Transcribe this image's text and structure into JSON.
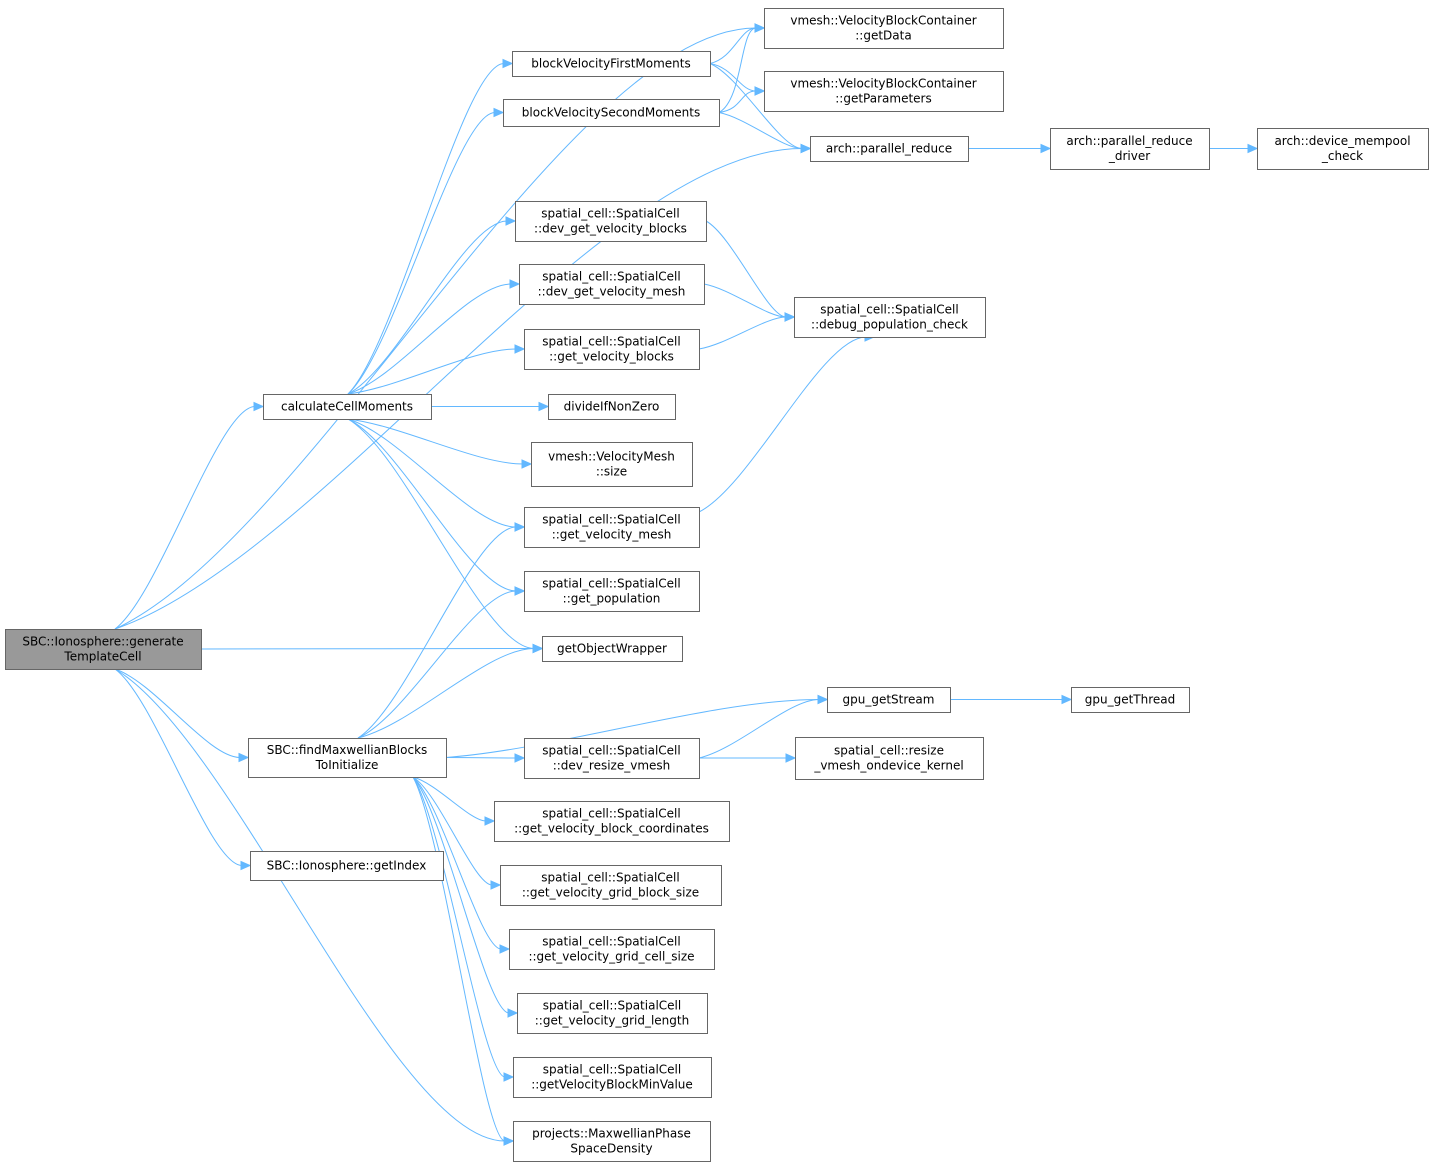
{
  "graph": {
    "nodes": [
      {
        "id": "root",
        "lines": [
          "SBC::Ionosphere::generate",
          "TemplateCell"
        ],
        "kind": "root"
      },
      {
        "id": "calc",
        "lines": [
          "calculateCellMoments"
        ]
      },
      {
        "id": "find",
        "lines": [
          "SBC::findMaxwellianBlocks",
          "ToInitialize"
        ]
      },
      {
        "id": "getIndex",
        "lines": [
          "SBC::Ionosphere::getIndex"
        ]
      },
      {
        "id": "bvfm",
        "lines": [
          "blockVelocityFirstMoments"
        ]
      },
      {
        "id": "bvsm",
        "lines": [
          "blockVelocitySecondMoments"
        ]
      },
      {
        "id": "devGetBlocks",
        "lines": [
          "spatial_cell::SpatialCell",
          "::dev_get_velocity_blocks"
        ]
      },
      {
        "id": "devGetMesh",
        "lines": [
          "spatial_cell::SpatialCell",
          "::dev_get_velocity_mesh"
        ]
      },
      {
        "id": "getBlocks",
        "lines": [
          "spatial_cell::SpatialCell",
          "::get_velocity_blocks"
        ]
      },
      {
        "id": "divide",
        "lines": [
          "divideIfNonZero"
        ]
      },
      {
        "id": "vmSize",
        "lines": [
          "vmesh::VelocityMesh",
          "::size"
        ]
      },
      {
        "id": "getMesh",
        "lines": [
          "spatial_cell::SpatialCell",
          "::get_velocity_mesh"
        ]
      },
      {
        "id": "getPop",
        "lines": [
          "spatial_cell::SpatialCell",
          "::get_population"
        ]
      },
      {
        "id": "gow",
        "lines": [
          "getObjectWrapper"
        ]
      },
      {
        "id": "devResize",
        "lines": [
          "spatial_cell::SpatialCell",
          "::dev_resize_vmesh"
        ]
      },
      {
        "id": "blockCoords",
        "lines": [
          "spatial_cell::SpatialCell",
          "::get_velocity_block_coordinates"
        ]
      },
      {
        "id": "gridBlockSize",
        "lines": [
          "spatial_cell::SpatialCell",
          "::get_velocity_grid_block_size"
        ]
      },
      {
        "id": "gridCellSize",
        "lines": [
          "spatial_cell::SpatialCell",
          "::get_velocity_grid_cell_size"
        ]
      },
      {
        "id": "gridLength",
        "lines": [
          "spatial_cell::SpatialCell",
          "::get_velocity_grid_length"
        ]
      },
      {
        "id": "minValue",
        "lines": [
          "spatial_cell::SpatialCell",
          "::getVelocityBlockMinValue"
        ]
      },
      {
        "id": "maxwell",
        "lines": [
          "projects::MaxwellianPhase",
          "SpaceDensity"
        ]
      },
      {
        "id": "getData",
        "lines": [
          "vmesh::VelocityBlockContainer",
          "::getData"
        ]
      },
      {
        "id": "getParams",
        "lines": [
          "vmesh::VelocityBlockContainer",
          "::getParameters"
        ]
      },
      {
        "id": "parRed",
        "lines": [
          "arch::parallel_reduce"
        ]
      },
      {
        "id": "debugPop",
        "lines": [
          "spatial_cell::SpatialCell",
          "::debug_population_check"
        ]
      },
      {
        "id": "gpuStream",
        "lines": [
          "gpu_getStream"
        ]
      },
      {
        "id": "resizeKernel",
        "lines": [
          "spatial_cell::resize",
          "_vmesh_ondevice_kernel"
        ]
      },
      {
        "id": "parRedDriver",
        "lines": [
          "arch::parallel_reduce",
          "_driver"
        ]
      },
      {
        "id": "mempool",
        "lines": [
          "arch::device_mempool",
          "_check"
        ]
      },
      {
        "id": "gpuThread",
        "lines": [
          "gpu_getThread"
        ]
      }
    ],
    "edges": [
      [
        "root",
        "getData"
      ],
      [
        "root",
        "parRed"
      ],
      [
        "root",
        "calc"
      ],
      [
        "root",
        "gow"
      ],
      [
        "root",
        "find"
      ],
      [
        "root",
        "getIndex"
      ],
      [
        "root",
        "maxwell"
      ],
      [
        "calc",
        "bvfm"
      ],
      [
        "calc",
        "bvsm"
      ],
      [
        "calc",
        "devGetBlocks"
      ],
      [
        "calc",
        "devGetMesh"
      ],
      [
        "calc",
        "getBlocks"
      ],
      [
        "calc",
        "divide"
      ],
      [
        "calc",
        "vmSize"
      ],
      [
        "calc",
        "getMesh"
      ],
      [
        "calc",
        "getPop"
      ],
      [
        "calc",
        "gow"
      ],
      [
        "bvfm",
        "getData"
      ],
      [
        "bvfm",
        "getParams"
      ],
      [
        "bvfm",
        "parRed"
      ],
      [
        "bvsm",
        "getData"
      ],
      [
        "bvsm",
        "getParams"
      ],
      [
        "bvsm",
        "parRed"
      ],
      [
        "parRed",
        "parRedDriver"
      ],
      [
        "parRedDriver",
        "mempool"
      ],
      [
        "devGetBlocks",
        "debugPop"
      ],
      [
        "devGetMesh",
        "debugPop"
      ],
      [
        "getBlocks",
        "debugPop"
      ],
      [
        "getMesh",
        "debugPop"
      ],
      [
        "find",
        "getMesh"
      ],
      [
        "find",
        "getPop"
      ],
      [
        "find",
        "gow"
      ],
      [
        "find",
        "gpuStream"
      ],
      [
        "find",
        "devResize"
      ],
      [
        "find",
        "blockCoords"
      ],
      [
        "find",
        "gridBlockSize"
      ],
      [
        "find",
        "gridCellSize"
      ],
      [
        "find",
        "gridLength"
      ],
      [
        "find",
        "minValue"
      ],
      [
        "find",
        "maxwell"
      ],
      [
        "devResize",
        "gpuStream"
      ],
      [
        "devResize",
        "resizeKernel"
      ],
      [
        "gpuStream",
        "gpuThread"
      ]
    ]
  }
}
